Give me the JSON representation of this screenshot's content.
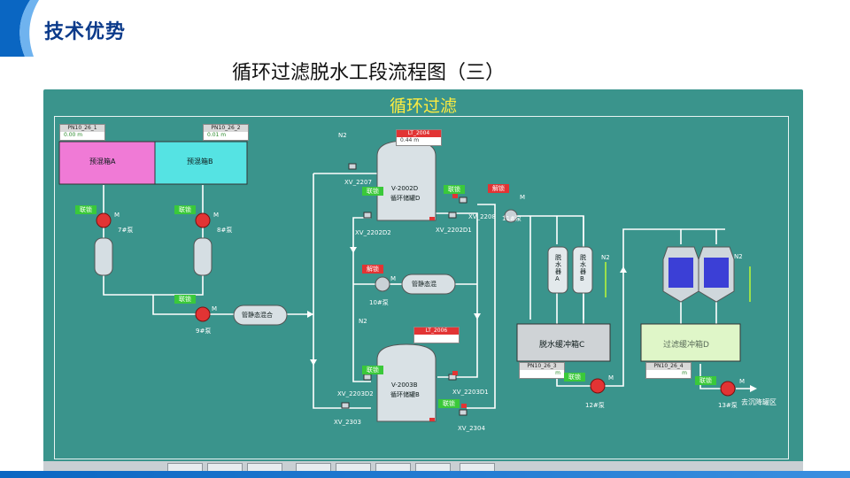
{
  "slide": {
    "title": "技术优势",
    "subtitle": "循环过滤脱水工段流程图（三）"
  },
  "colors": {
    "brand_blue": "#0b3a8a",
    "screen_bg": "#3a948c",
    "screen_title": "#ffec3f",
    "pump_red": "#e23434",
    "status_green": "#3ac93a"
  },
  "scada": {
    "screen_title": "循环过滤",
    "tanks": {
      "a": {
        "label": "预混箱A",
        "meter_tag": "PN10_26_1",
        "meter_value": "0.00",
        "meter_unit": "m"
      },
      "b": {
        "label": "预混箱B",
        "meter_tag": "PN10_26_2",
        "meter_value": "0.01",
        "meter_unit": "m"
      },
      "c": {
        "label": "脱水缓冲箱C",
        "meter_tag": "PN10_26_3",
        "meter_unit": "m"
      },
      "d": {
        "label": "过滤缓冲箱D",
        "meter_tag": "PN10_26_4",
        "meter_unit": "m"
      }
    },
    "vessels": {
      "v2002": {
        "line1": "V-2002D",
        "line2": "循环储罐D",
        "level_tag": "LT_2004",
        "level_value": "0.44 m"
      },
      "v2003": {
        "line1": "V-2003B",
        "line2": "循环储罐B",
        "level_tag": "LT_2006"
      }
    },
    "mixers": {
      "m1": "管静态混合",
      "m2": "管静态混"
    },
    "pumps": {
      "p7": "7#泵",
      "p8": "8#泵",
      "p9": "9#泵",
      "p10": "10#泵",
      "p11": "11#泵",
      "p12": "12#泵",
      "p13": "13#泵"
    },
    "filters": {
      "f1": "脱水器A",
      "f2": "脱水器B"
    },
    "valves": {
      "xv2207": "XV_2207",
      "xv2208": "XV_2208",
      "xv2202d2": "XV_2202D2",
      "xv2202d1": "XV_2202D1",
      "xv2203d2": "XV_2203D2",
      "xv2203d1": "XV_2203D1",
      "xv2303": "XV_2303",
      "xv2304": "XV_2304"
    },
    "tag_run": "联锁",
    "tag_fault": "解锁",
    "gas": "N2",
    "motor": "M",
    "outlet": "去沉降罐区"
  }
}
